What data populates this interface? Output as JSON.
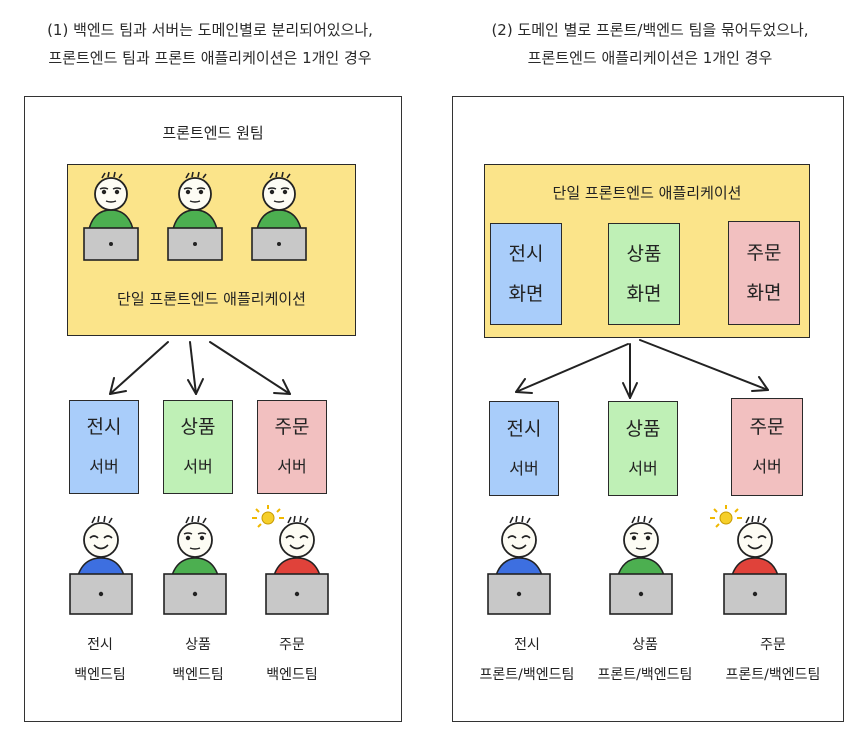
{
  "left": {
    "caption_line1": "(1) 백엔드 팀과 서버는 도메인별로 분리되어있으나,",
    "caption_line2": "프론트엔드 팀과 프론트 애플리케이션은 1개인 경우",
    "panel_title": "프론트엔드 원팀",
    "app_label": "단일 프론트엔드 애플리케이션",
    "servers": [
      {
        "line1": "전시",
        "line2": "서버",
        "color": "#a9cdfa"
      },
      {
        "line1": "상품",
        "line2": "서버",
        "color": "#bff0b6"
      },
      {
        "line1": "주문",
        "line2": "서버",
        "color": "#f2c0c0"
      }
    ],
    "teams": [
      {
        "line1": "전시",
        "line2": "백엔드팀"
      },
      {
        "line1": "상품",
        "line2": "백엔드팀"
      },
      {
        "line1": "주문",
        "line2": "백엔드팀"
      }
    ]
  },
  "right": {
    "caption_line1": "(2) 도메인 별로 프론트/백엔드 팀을 묶어두었으나,",
    "caption_line2": "프론트엔드 애플리케이션은 1개인 경우",
    "app_label": "단일 프론트엔드 애플리케이션",
    "screens": [
      {
        "line1": "전시",
        "line2": "화면",
        "color": "#a9cdfa"
      },
      {
        "line1": "상품",
        "line2": "화면",
        "color": "#bff0b6"
      },
      {
        "line1": "주문",
        "line2": "화면",
        "color": "#f2c0c0"
      }
    ],
    "servers": [
      {
        "line1": "전시",
        "line2": "서버",
        "color": "#a9cdfa"
      },
      {
        "line1": "상품",
        "line2": "서버",
        "color": "#bff0b6"
      },
      {
        "line1": "주문",
        "line2": "서버",
        "color": "#f2c0c0"
      }
    ],
    "teams": [
      {
        "line1": "전시",
        "line2": "프론트/백엔드팀"
      },
      {
        "line1": "상품",
        "line2": "프론트/백엔드팀"
      },
      {
        "line1": "주문",
        "line2": "프론트/백엔드팀"
      }
    ]
  },
  "colors": {
    "app_fill": "#fbe48a",
    "shirt_green": "#4caf50",
    "shirt_blue": "#3d6fe0",
    "shirt_red": "#e0423a",
    "laptop": "#c8c8c8",
    "skin": "#fdfcf4",
    "bulb": "#f6cf2a"
  }
}
